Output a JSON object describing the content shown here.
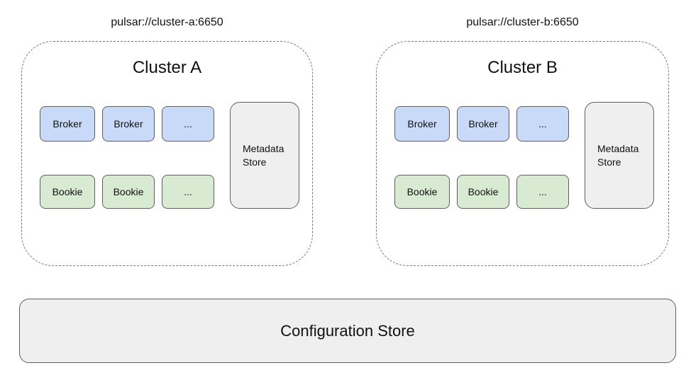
{
  "diagram": {
    "clusters": [
      {
        "url_label": "pulsar://cluster-a:6650",
        "title": "Cluster A",
        "brokers": [
          "Broker",
          "Broker",
          "..."
        ],
        "bookies": [
          "Bookie",
          "Bookie",
          "..."
        ],
        "metadata_store_label": "Metadata Store"
      },
      {
        "url_label": "pulsar://cluster-b:6650",
        "title": "Cluster B",
        "brokers": [
          "Broker",
          "Broker",
          "..."
        ],
        "bookies": [
          "Bookie",
          "Bookie",
          "..."
        ],
        "metadata_store_label": "Metadata Store"
      }
    ],
    "configuration_store_label": "Configuration Store",
    "colors": {
      "broker_fill": "#c9daf8",
      "bookie_fill": "#d9ead3",
      "store_fill": "#efefef",
      "node_border": "#5f5f5f",
      "cluster_border": "#757575",
      "text": "#111111"
    }
  }
}
